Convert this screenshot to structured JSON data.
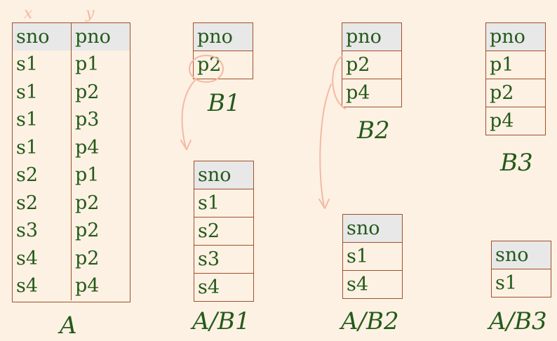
{
  "handwriting": {
    "x_mark": "x",
    "y_mark": "y"
  },
  "colors": {
    "background": "#fdf1e3",
    "text": "#245a1a",
    "border": "#a0502a",
    "header_fill": "#e8e8e8",
    "annotation": "#f4b9a4"
  },
  "tables": {
    "A": {
      "caption": "A",
      "headers": [
        "sno",
        "pno"
      ],
      "rows": [
        [
          "s1",
          "p1"
        ],
        [
          "s1",
          "p2"
        ],
        [
          "s1",
          "p3"
        ],
        [
          "s1",
          "p4"
        ],
        [
          "s2",
          "p1"
        ],
        [
          "s2",
          "p2"
        ],
        [
          "s3",
          "p2"
        ],
        [
          "s4",
          "p2"
        ],
        [
          "s4",
          "p4"
        ]
      ]
    },
    "B1": {
      "caption": "B1",
      "header": "pno",
      "rows": [
        "p2"
      ]
    },
    "B2": {
      "caption": "B2",
      "header": "pno",
      "rows": [
        "p2",
        "p4"
      ]
    },
    "B3": {
      "caption": "B3",
      "header": "pno",
      "rows": [
        "p1",
        "p2",
        "p4"
      ]
    },
    "AB1": {
      "caption": "A/B1",
      "header": "sno",
      "rows": [
        "s1",
        "s2",
        "s3",
        "s4"
      ]
    },
    "AB2": {
      "caption": "A/B2",
      "header": "sno",
      "rows": [
        "s1",
        "s4"
      ]
    },
    "AB3": {
      "caption": "A/B3",
      "header": "sno",
      "rows": [
        "s1"
      ]
    }
  }
}
